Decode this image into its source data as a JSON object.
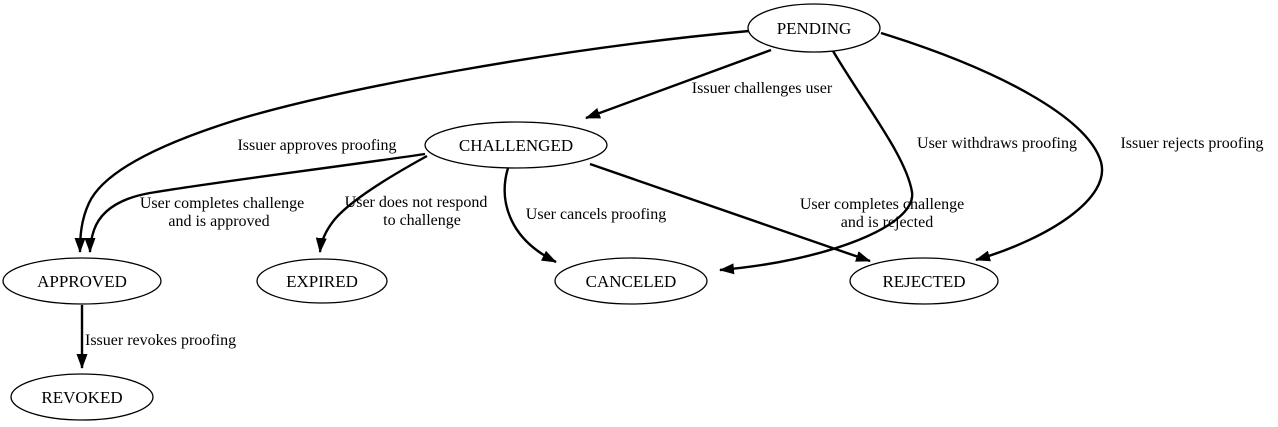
{
  "diagram": {
    "type": "state-machine",
    "background_color": "#ffffff",
    "line_color": "#000000",
    "text_color": "#000000",
    "node_fill": "#ffffff",
    "nodes": [
      {
        "id": "PENDING",
        "label": "PENDING"
      },
      {
        "id": "CHALLENGED",
        "label": "CHALLENGED"
      },
      {
        "id": "APPROVED",
        "label": "APPROVED"
      },
      {
        "id": "EXPIRED",
        "label": "EXPIRED"
      },
      {
        "id": "CANCELED",
        "label": "CANCELED"
      },
      {
        "id": "REJECTED",
        "label": "REJECTED"
      },
      {
        "id": "REVOKED",
        "label": "REVOKED"
      }
    ],
    "edges": [
      {
        "from": "PENDING",
        "to": "CHALLENGED",
        "label": "Issuer challenges user"
      },
      {
        "from": "PENDING",
        "to": "APPROVED",
        "label": "Issuer approves proofing"
      },
      {
        "from": "PENDING",
        "to": "CANCELED",
        "label": "User withdraws proofing"
      },
      {
        "from": "PENDING",
        "to": "REJECTED",
        "label": "Issuer rejects proofing"
      },
      {
        "from": "CHALLENGED",
        "to": "APPROVED",
        "label": "User completes challenge and is approved",
        "label_lines": [
          "User completes challenge",
          "and is approved"
        ]
      },
      {
        "from": "CHALLENGED",
        "to": "EXPIRED",
        "label": "User does not respond to challenge",
        "label_lines": [
          "User does not respond",
          "to challenge"
        ]
      },
      {
        "from": "CHALLENGED",
        "to": "CANCELED",
        "label": "User cancels proofing"
      },
      {
        "from": "CHALLENGED",
        "to": "REJECTED",
        "label": "User completes challenge and is rejected",
        "label_lines": [
          "User completes challenge",
          "and is rejected"
        ]
      },
      {
        "from": "APPROVED",
        "to": "REVOKED",
        "label": "Issuer revokes proofing"
      }
    ]
  }
}
